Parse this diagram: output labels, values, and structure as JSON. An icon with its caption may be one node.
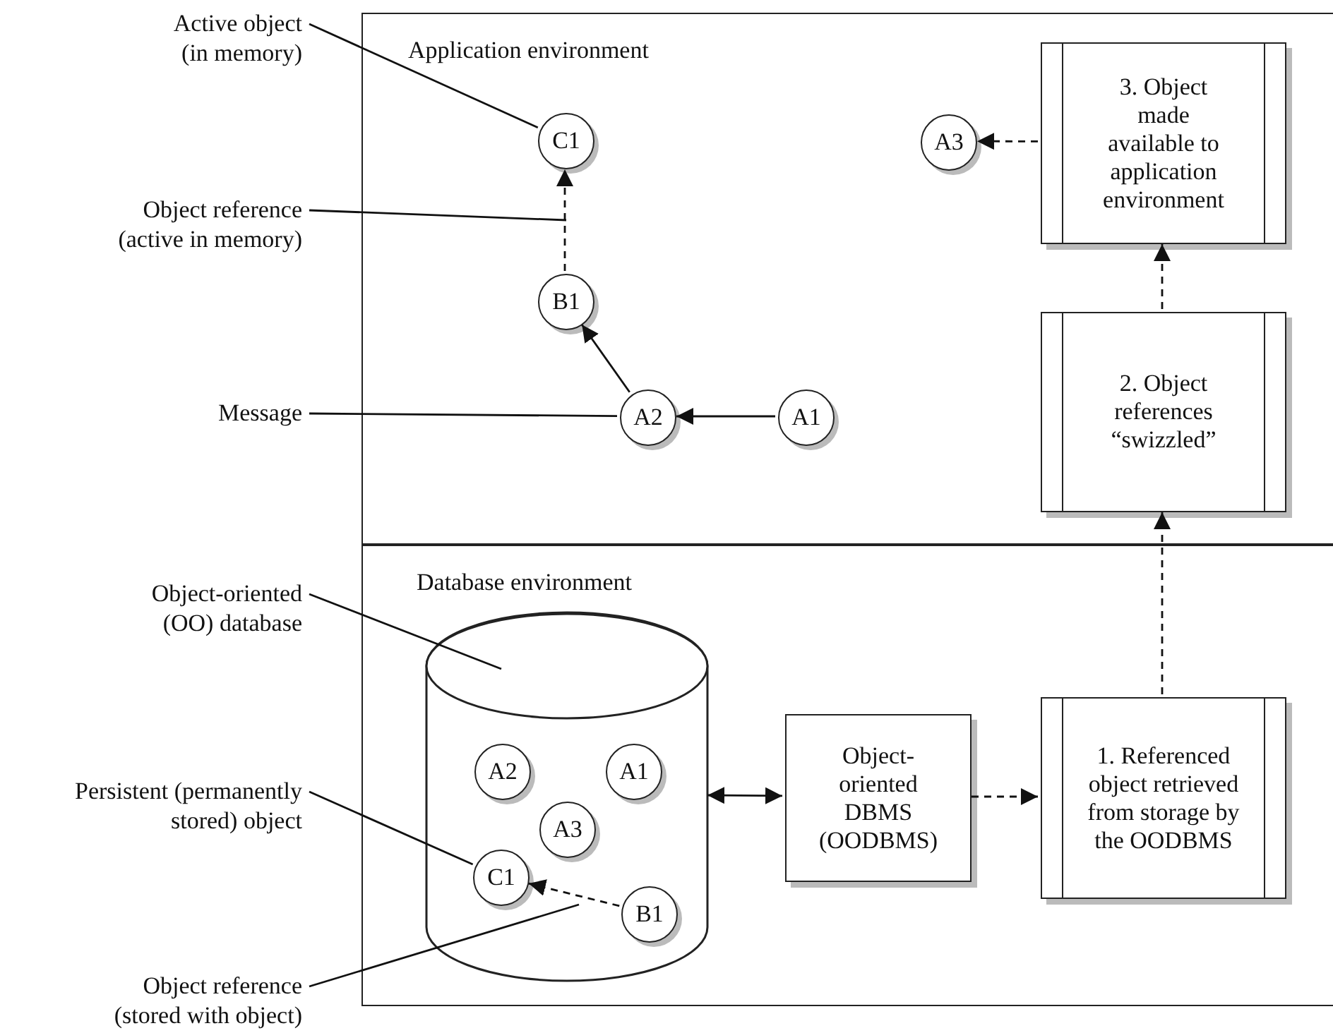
{
  "diagram": {
    "nodes": [
      {
        "text": [
          "Application environment"
        ]
      },
      {
        "text": [
          "C1"
        ],
        "in": 0
      },
      {
        "text": [
          "B1"
        ],
        "in": 0
      },
      {
        "text": [
          "A2"
        ],
        "in": 0
      },
      {
        "text": [
          "A1"
        ],
        "in": 0
      },
      {
        "text": [
          "A3"
        ],
        "in": 0
      },
      {
        "text": [
          "3. Object made available to application environment"
        ],
        "in": 0
      },
      {
        "text": [
          "2. Object references “swizzled”"
        ],
        "in": 0
      },
      {
        "text": [
          "Database environment"
        ]
      },
      {
        "text": [],
        "shape": "cylinder",
        "in": 8
      },
      {
        "text": [
          "A2"
        ],
        "in": 9
      },
      {
        "text": [
          "A1"
        ],
        "in": 9
      },
      {
        "text": [
          "A3"
        ],
        "in": 9
      },
      {
        "text": [
          "C1"
        ],
        "in": 9
      },
      {
        "text": [
          "B1"
        ],
        "in": 9
      },
      {
        "text": [
          "Object-oriented DBMS (OODBMS)"
        ],
        "in": 8
      },
      {
        "text": [
          "1. Referenced object retrieved from storage by the OODBMS"
        ],
        "in": 8
      },
      {
        "text": [
          "Active object (in memory)"
        ]
      },
      {
        "text": [
          "Object reference (active in memory)"
        ]
      },
      {
        "text": [
          "Message"
        ]
      },
      {
        "text": [
          "Object-oriented (OO) database"
        ]
      },
      {
        "text": [
          "Persistent (permanently stored) object"
        ]
      },
      {
        "text": [
          "Object reference (stored with object)"
        ]
      }
    ],
    "edges": [
      {
        "from": 2,
        "to": 1,
        "arrow": "to",
        "style": "dashed"
      },
      {
        "from": 3,
        "to": 2,
        "arrow": "to"
      },
      {
        "from": 4,
        "to": 3,
        "arrow": "to"
      },
      {
        "from": 6,
        "to": 5,
        "arrow": "to",
        "style": "dashed"
      },
      {
        "from": 7,
        "to": 6,
        "arrow": "to",
        "style": "dashed"
      },
      {
        "from": 16,
        "to": 7,
        "arrow": "to",
        "style": "dashed"
      },
      {
        "from": 9,
        "to": 15,
        "arrow": "both"
      },
      {
        "from": 15,
        "to": 16,
        "arrow": "to",
        "style": "dashed"
      },
      {
        "from": 14,
        "to": 13,
        "arrow": "to",
        "style": "dashed"
      },
      {
        "from": 17,
        "to": 1,
        "arrow": "none"
      },
      {
        "from": 18,
        "to": null,
        "arrow": "none"
      },
      {
        "from": 19,
        "to": 3,
        "arrow": "none"
      },
      {
        "from": 20,
        "to": 9,
        "arrow": "none"
      },
      {
        "from": 21,
        "to": 13,
        "arrow": "none"
      },
      {
        "from": 22,
        "to": null,
        "arrow": "none"
      }
    ]
  }
}
